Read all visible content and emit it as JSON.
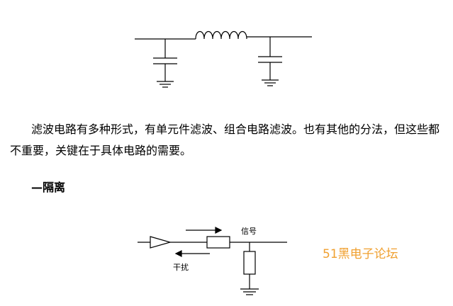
{
  "paragraph": "滤波电路有多种形式，有单元件滤波、组合电路滤波。也有其他的分法，但这些都不重要，关键在于具体电路的需要。",
  "section_heading": "—隔离",
  "isolation_diagram": {
    "signal_label": "信号",
    "interference_label": "干扰"
  },
  "watermark": "51黑电子论坛"
}
